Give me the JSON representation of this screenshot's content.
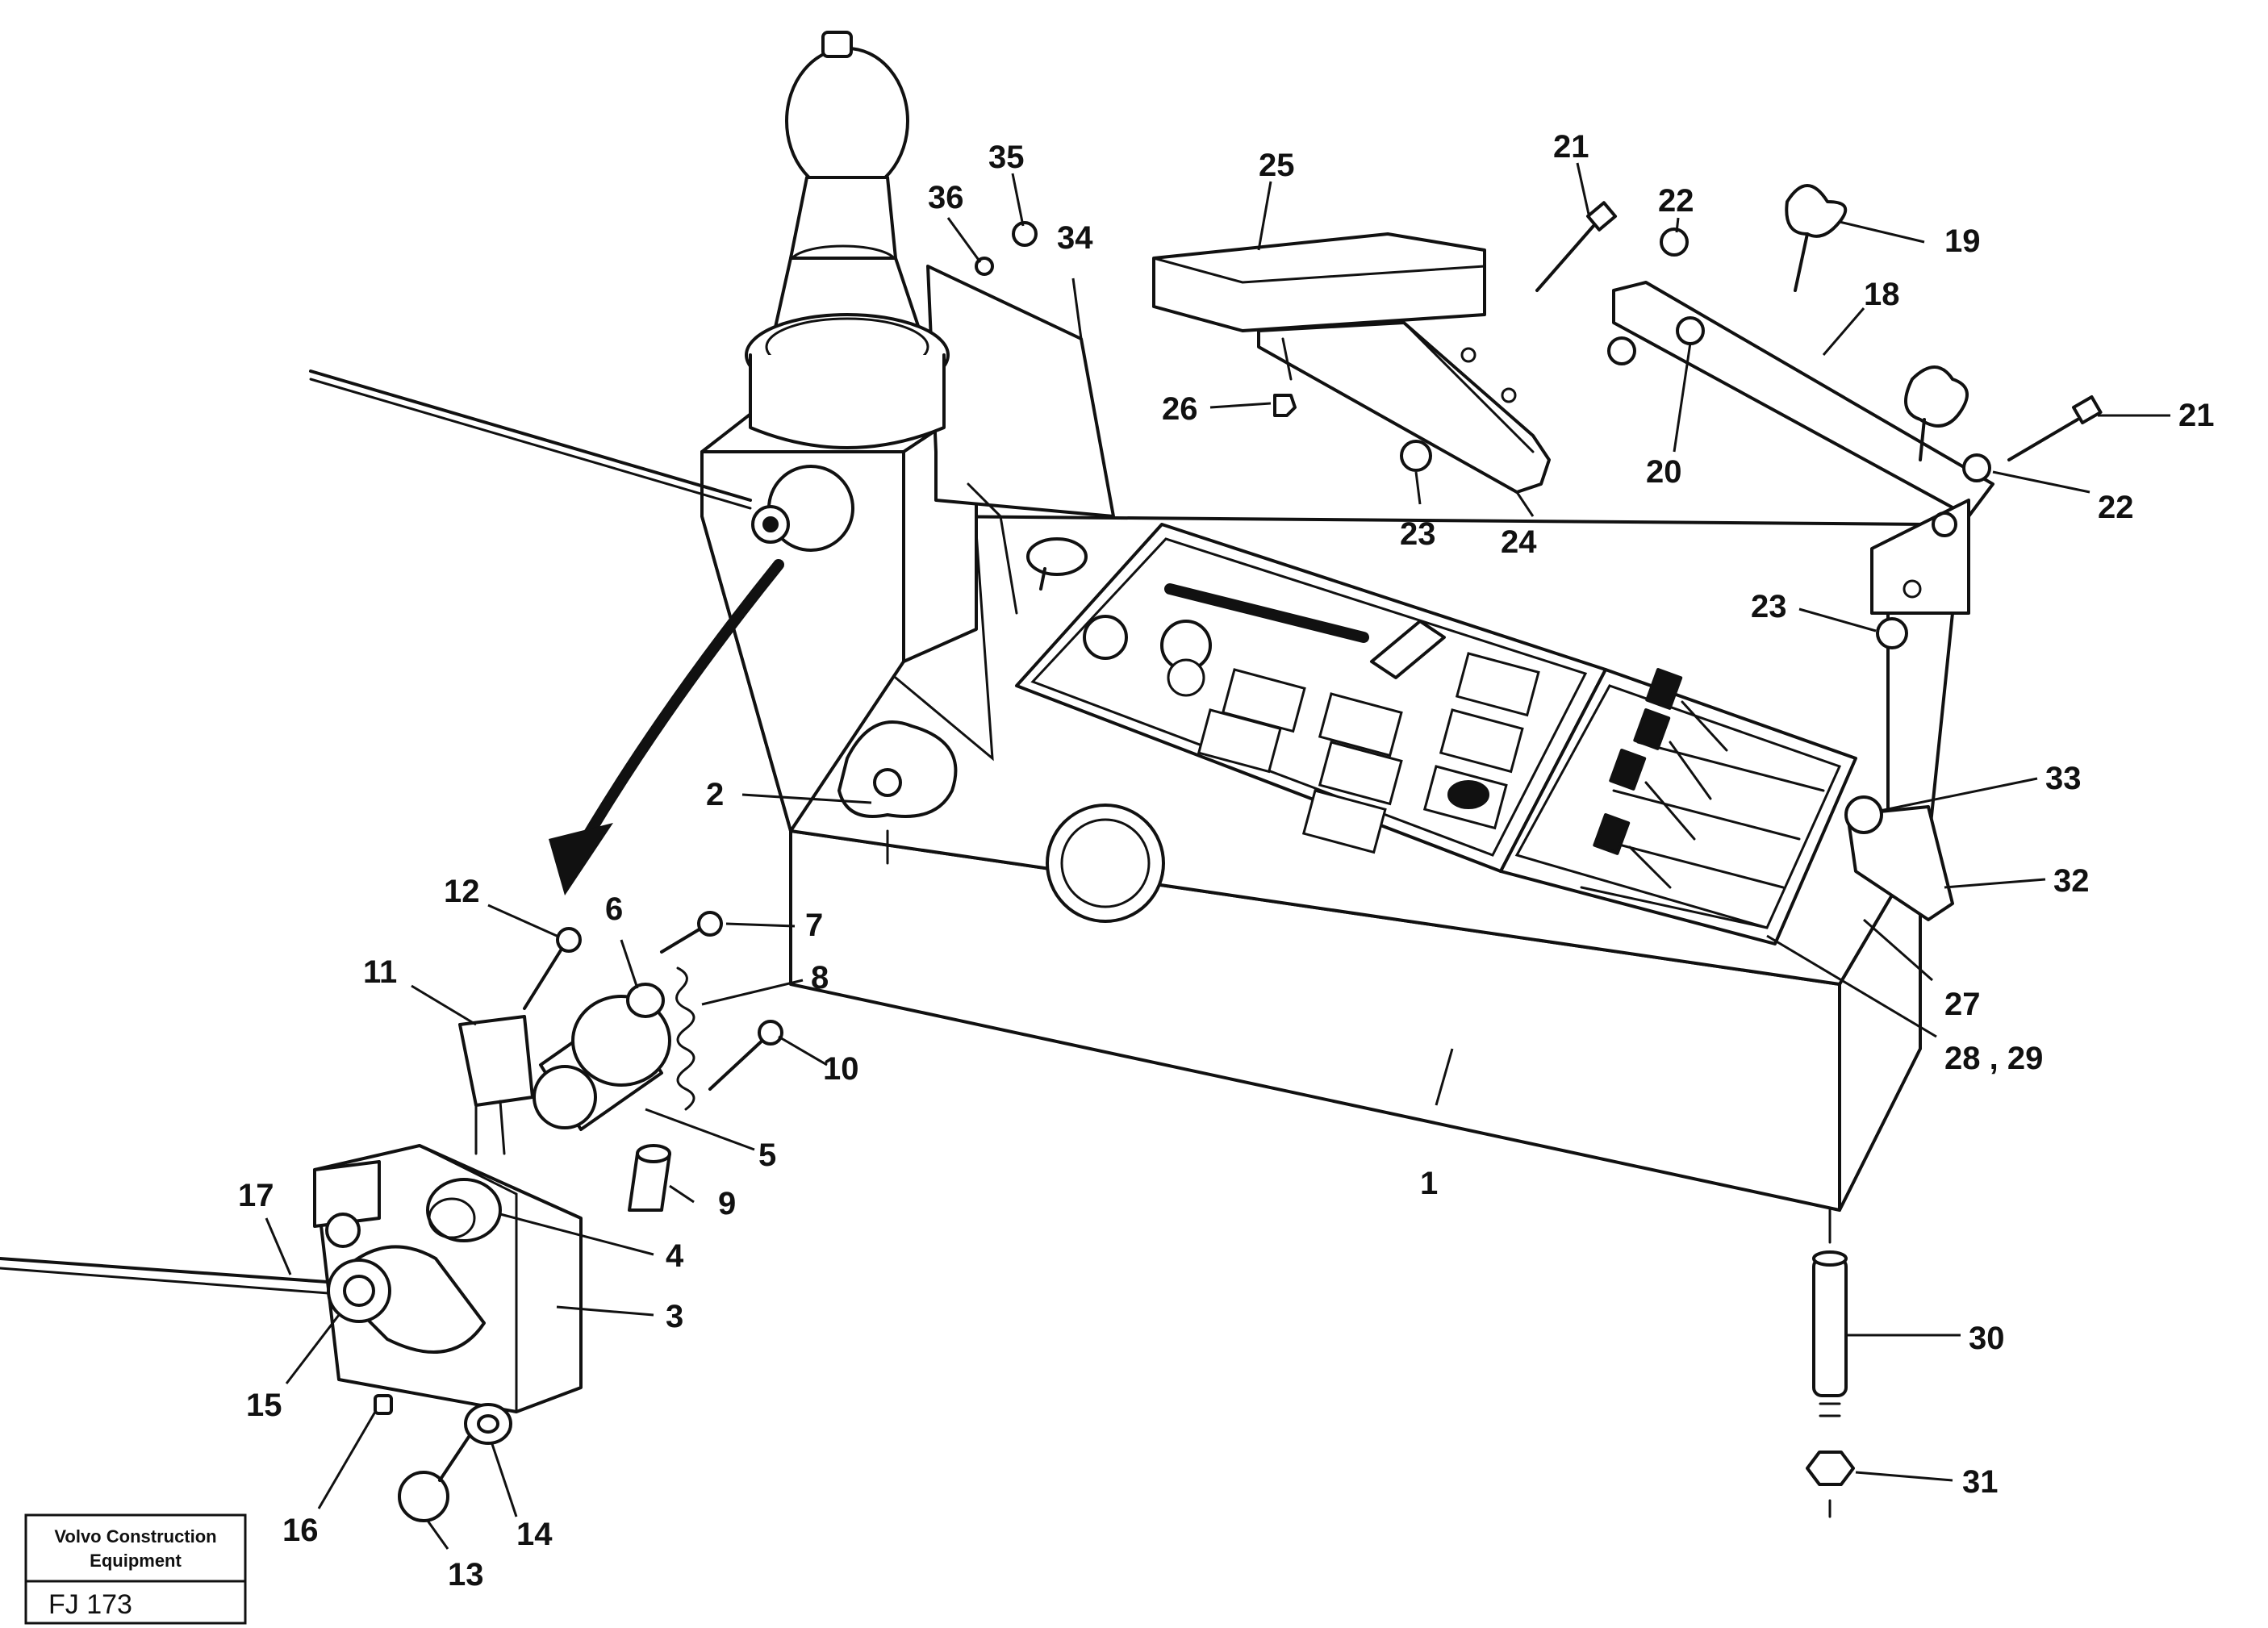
{
  "diagram": {
    "labels": {
      "l1": "1",
      "l2": "2",
      "l3": "3",
      "l4": "4",
      "l5": "5",
      "l6": "6",
      "l7": "7",
      "l8": "8",
      "l9": "9",
      "l10": "10",
      "l11": "11",
      "l12": "12",
      "l13": "13",
      "l14": "14",
      "l15": "15",
      "l16": "16",
      "l17": "17",
      "l18": "18",
      "l19": "19",
      "l20": "20",
      "l21a": "21",
      "l21b": "21",
      "l22a": "22",
      "l22b": "22",
      "l23a": "23",
      "l23b": "23",
      "l24": "24",
      "l25": "25",
      "l26": "26",
      "l27": "27",
      "l28_29": "28 , 29",
      "l30": "30",
      "l31": "31",
      "l32": "32",
      "l33": "33",
      "l34": "34",
      "l35": "35",
      "l36": "36"
    }
  },
  "stamp": {
    "line1": "Volvo Construction",
    "line2": "Equipment",
    "code": "FJ 173"
  }
}
